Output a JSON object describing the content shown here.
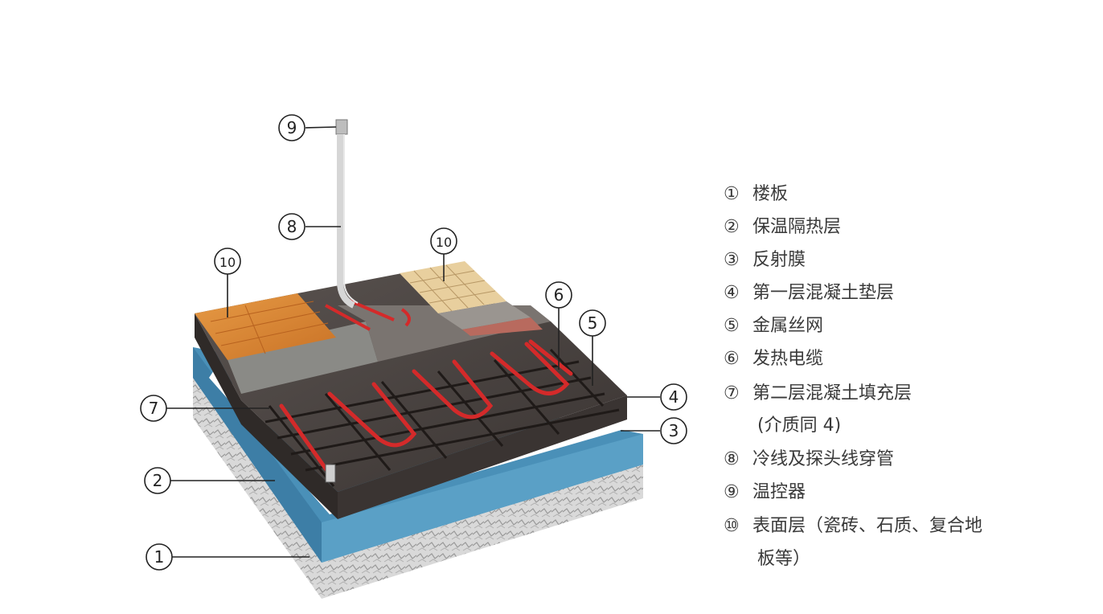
{
  "callouts": [
    {
      "num": "⑨"
    },
    {
      "num": "⑧"
    },
    {
      "num": "⑩"
    },
    {
      "num": "⑩"
    },
    {
      "num": "⑥"
    },
    {
      "num": "⑤"
    },
    {
      "num": "④"
    },
    {
      "num": "③"
    },
    {
      "num": "⑦"
    },
    {
      "num": "②"
    },
    {
      "num": "①"
    }
  ],
  "legend": [
    {
      "num": "①",
      "text": "楼板"
    },
    {
      "num": "②",
      "text": "保温隔热层"
    },
    {
      "num": "③",
      "text": "反射膜"
    },
    {
      "num": "④",
      "text": "第一层混凝土垫层"
    },
    {
      "num": "⑤",
      "text": "金属丝网"
    },
    {
      "num": "⑥",
      "text": "发热电缆"
    },
    {
      "num": "⑦",
      "text": "第二层混凝土填充层",
      "cont": "(介质同 4)"
    },
    {
      "num": "⑧",
      "text": "冷线及探头线穿管"
    },
    {
      "num": "⑨",
      "text": "温控器"
    },
    {
      "num": "⑩",
      "text": "表面层（瓷砖、石质、复合地",
      "cont": "板等）"
    }
  ],
  "colors": {
    "slab": "#cfcfcf",
    "insulation": "#4a90b8",
    "reflective": "#ffffff",
    "concrete": "#3e3a38",
    "mesh": "#2a2422",
    "cable": "#d42a2a",
    "wood": "#d98a3a",
    "tile": "#e8cf9e"
  }
}
